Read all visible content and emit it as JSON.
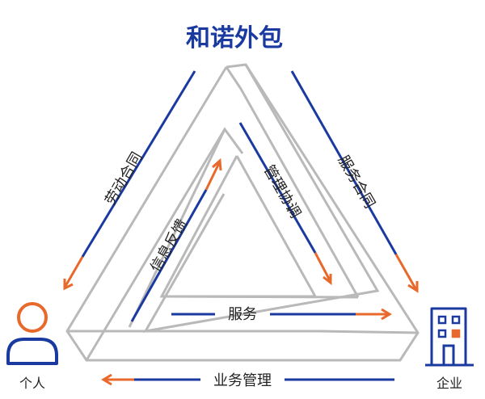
{
  "title": "和诺外包",
  "nodes": {
    "person": "个人",
    "company": "企业"
  },
  "flows": {
    "labor_contract": "劳动合同",
    "service_contract": "服务合同",
    "feedback": "信息反馈",
    "coordination": "管理协调",
    "service": "服务",
    "business_management": "业务管理"
  },
  "colors": {
    "navy": "#1a3aa0",
    "orange": "#e8692c",
    "gray": "#b9b9b9",
    "text": "#222222"
  }
}
